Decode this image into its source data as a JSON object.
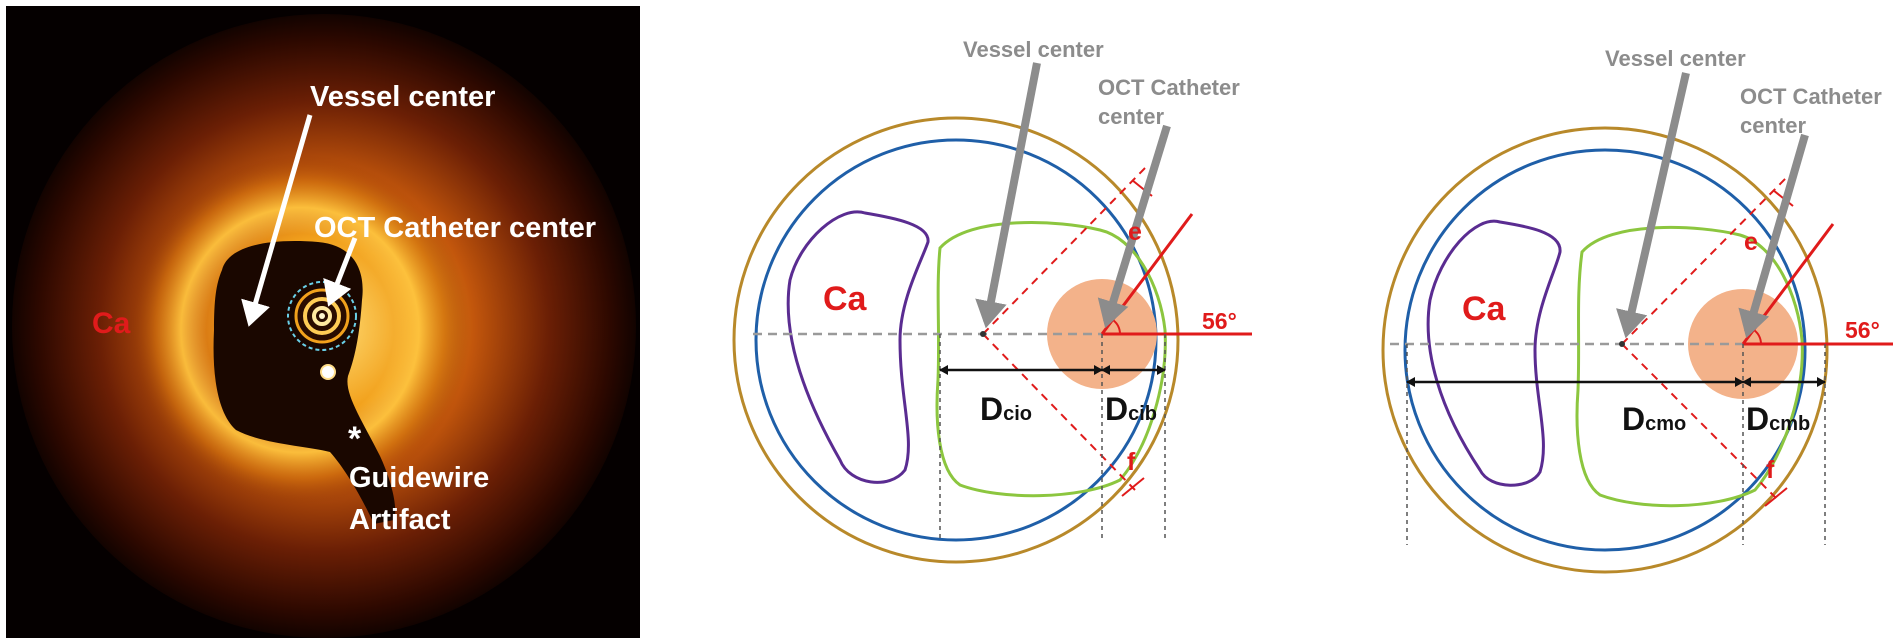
{
  "panel_a": {
    "vessel_center": "Vessel center",
    "oct_catheter_center": "OCT Catheter center",
    "calcium": "Ca",
    "asterisk": "*",
    "guidewire_line1": "Guidewire",
    "guidewire_line2": "Artifact"
  },
  "panel_b": {
    "vessel_center": "Vessel center",
    "oct_line1": "OCT Catheter",
    "oct_line2": "center",
    "calcium": "Ca",
    "label_e": "e",
    "label_f": "f",
    "angle": "56°",
    "d_main_1": "D",
    "d_sub_1": "cio",
    "d_main_2": "D",
    "d_sub_2": "cib"
  },
  "panel_c": {
    "vessel_center": "Vessel center",
    "oct_line1": "OCT Catheter",
    "oct_line2": "center",
    "calcium": "Ca",
    "label_e": "e",
    "label_f": "f",
    "angle": "56°",
    "d_main_1": "D",
    "d_sub_1": "cmo",
    "d_main_2": "D",
    "d_sub_2": "cmb"
  },
  "colors": {
    "outer_circle": "#b8892a",
    "inner_circle": "#1f5fa8",
    "calcium_outline": "#5a2c91",
    "lumen_outline": "#8cc63f",
    "catheter_fill": "#f3b28a",
    "red": "#e01b1b",
    "grey_arrow": "#8c8c8c"
  }
}
